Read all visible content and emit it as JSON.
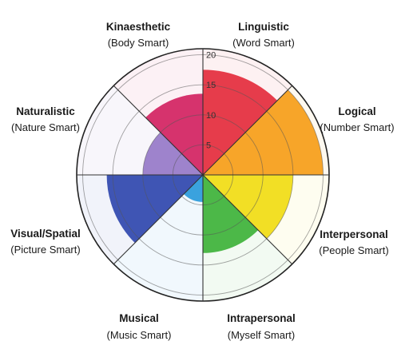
{
  "chart_data": {
    "type": "polar-area",
    "rlim": [
      0,
      21
    ],
    "rticks": [
      5,
      10,
      15,
      20
    ],
    "grid": true,
    "categories": [
      {
        "name": "Linguistic",
        "subtitle": "(Word Smart)",
        "value": 17.5,
        "color": "#e63c4b"
      },
      {
        "name": "Logical",
        "subtitle": "(Number Smart)",
        "value": 20,
        "color": "#f7a529"
      },
      {
        "name": "Interpersonal",
        "subtitle": "(People Smart)",
        "value": 15,
        "color": "#f2df25"
      },
      {
        "name": "Intrapersonal",
        "subtitle": "(Myself Smart)",
        "value": 13,
        "color": "#4cb848"
      },
      {
        "name": "Musical",
        "subtitle": "(Music Smart)",
        "value": 4.5,
        "color": "#3aa2de"
      },
      {
        "name": "Visual/Spatial",
        "subtitle": "(Picture Smart)",
        "value": 16,
        "color": "#3f55b4"
      },
      {
        "name": "Naturalistic",
        "subtitle": "(Nature Smart)",
        "value": 10,
        "color": "#9e83cc"
      },
      {
        "name": "Kinaesthetic",
        "subtitle": "(Body Smart)",
        "value": 13.5,
        "color": "#d6336d"
      }
    ]
  }
}
